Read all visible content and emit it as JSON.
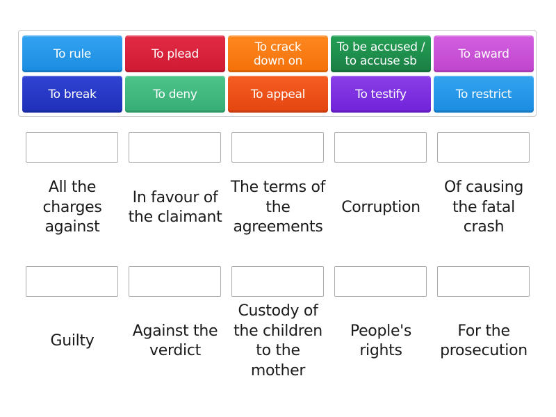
{
  "word_bank": {
    "tiles": [
      {
        "label": "To rule",
        "color": "#2196e8"
      },
      {
        "label": "To plead",
        "color": "#dc1f3a"
      },
      {
        "label": "To crack down on",
        "color": "#fb7a10"
      },
      {
        "label": "To be accused / to accuse sb",
        "color": "#1f8a4c"
      },
      {
        "label": "To award",
        "color": "#c94fd6"
      },
      {
        "label": "To break",
        "color": "#2536c8"
      },
      {
        "label": "To deny",
        "color": "#3fb87e"
      },
      {
        "label": "To appeal",
        "color": "#f0501a"
      },
      {
        "label": "To testify",
        "color": "#7a2de0"
      },
      {
        "label": "To restrict",
        "color": "#2196e8"
      }
    ]
  },
  "targets": {
    "row1": [
      {
        "clue": "All the charges against",
        "answer": ""
      },
      {
        "clue": "In favour of the claimant",
        "answer": ""
      },
      {
        "clue": "The terms of the agreements",
        "answer": ""
      },
      {
        "clue": "Corruption",
        "answer": ""
      },
      {
        "clue": "Of causing the fatal crash",
        "answer": ""
      }
    ],
    "row2": [
      {
        "clue": "Guilty",
        "answer": ""
      },
      {
        "clue": "Against the verdict",
        "answer": ""
      },
      {
        "clue": "Custody of the children to the mother",
        "answer": ""
      },
      {
        "clue": "People's rights",
        "answer": ""
      },
      {
        "clue": "For the prosecution",
        "answer": ""
      }
    ]
  }
}
